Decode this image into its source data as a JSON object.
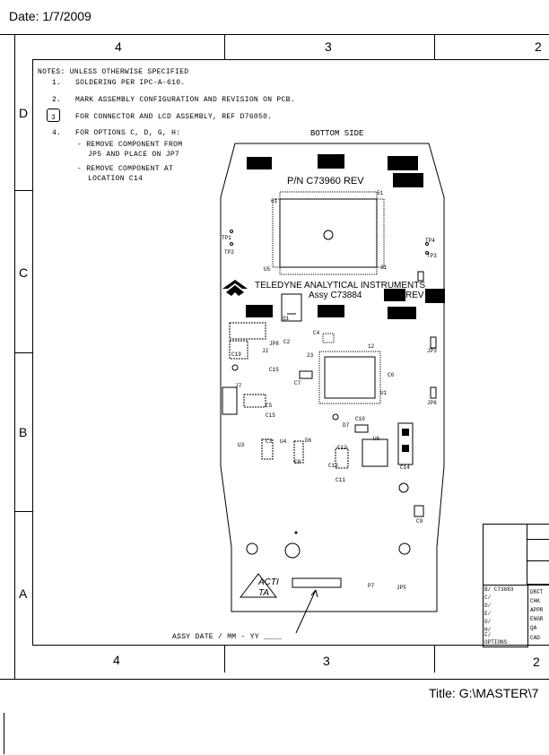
{
  "header": {
    "date": "Date: 1/7/2009"
  },
  "footer": {
    "title": "Title: G:\\MASTER\\7"
  },
  "zones": {
    "top": [
      "4",
      "3",
      "2"
    ],
    "bottom": [
      "4",
      "3",
      "2"
    ],
    "left": [
      "D",
      "C",
      "B",
      "A"
    ]
  },
  "notes": {
    "heading": "NOTES: UNLESS OTHERWISE SPECIFIED",
    "items": [
      {
        "num": "1.",
        "text": "SOLDERING PER IPC-A-610."
      },
      {
        "num": "2.",
        "text": "MARK ASSEMBLY CONFIGURATION AND REVISION ON PCB."
      },
      {
        "num": "3",
        "text": "FOR CONNECTOR AND LCD ASSEMBLY, REF D76050."
      },
      {
        "num": "4.",
        "text": "FOR OPTIONS C, D, G, H:"
      }
    ],
    "subitems": [
      "- REMOVE COMPONENT FROM",
      "JP5 AND PLACE ON JP7",
      "- REMOVE COMPONENT AT",
      "LOCATION C14"
    ]
  },
  "board": {
    "side": "BOTTOM SIDE",
    "part_number": "P/N C73960 REV",
    "company": "TELEDYNE ANALYTICAL INSTRUMENTS",
    "assy": "Assy C73884",
    "assy_rev": "REV",
    "assy_date": "ASSY DATE / MM - YY ____",
    "logo_text_1": "ACTI",
    "logo_text_2": "TA",
    "labels": {
      "u5_pin61": "61",
      "u5_pin51": "51",
      "u5_pin31": "31",
      "u5": "U5",
      "tp1": "TP1",
      "tp2": "TP2",
      "tp4": "TP4",
      "tp3": "TP3",
      "q1": "Q1",
      "c4": "C4",
      "c2": "C2",
      "jp8": "JP8",
      "c19": "C19",
      "j2": "J2",
      "c15a": "C15",
      "c7": "C7",
      "pin23": "23",
      "pin12": "12",
      "c6": "C6",
      "u1": "U1",
      "j7": "J7",
      "c5": "C5",
      "c15b": "C15",
      "d6": "D6",
      "d7": "D7",
      "c10": "C10",
      "u6": "U6",
      "u3": "U3",
      "c3": "C3",
      "u4": "U4",
      "c8": "C8",
      "c12": "C12",
      "c13": "C13",
      "c11": "C11",
      "c14": "C14",
      "c9": "C9",
      "jp3": "JP3",
      "jp6": "JP6",
      "p7": "P7",
      "jp5": "JP5"
    }
  },
  "title_block": {
    "rev_rows": [
      "B/ C73883",
      "C/",
      "D/",
      "E/",
      "G/",
      "H/",
      "F/"
    ],
    "options": "OPTIONS",
    "roles": [
      "DRFT",
      "CHK",
      "APPR",
      "ENGR",
      "QA",
      "CAD"
    ]
  }
}
